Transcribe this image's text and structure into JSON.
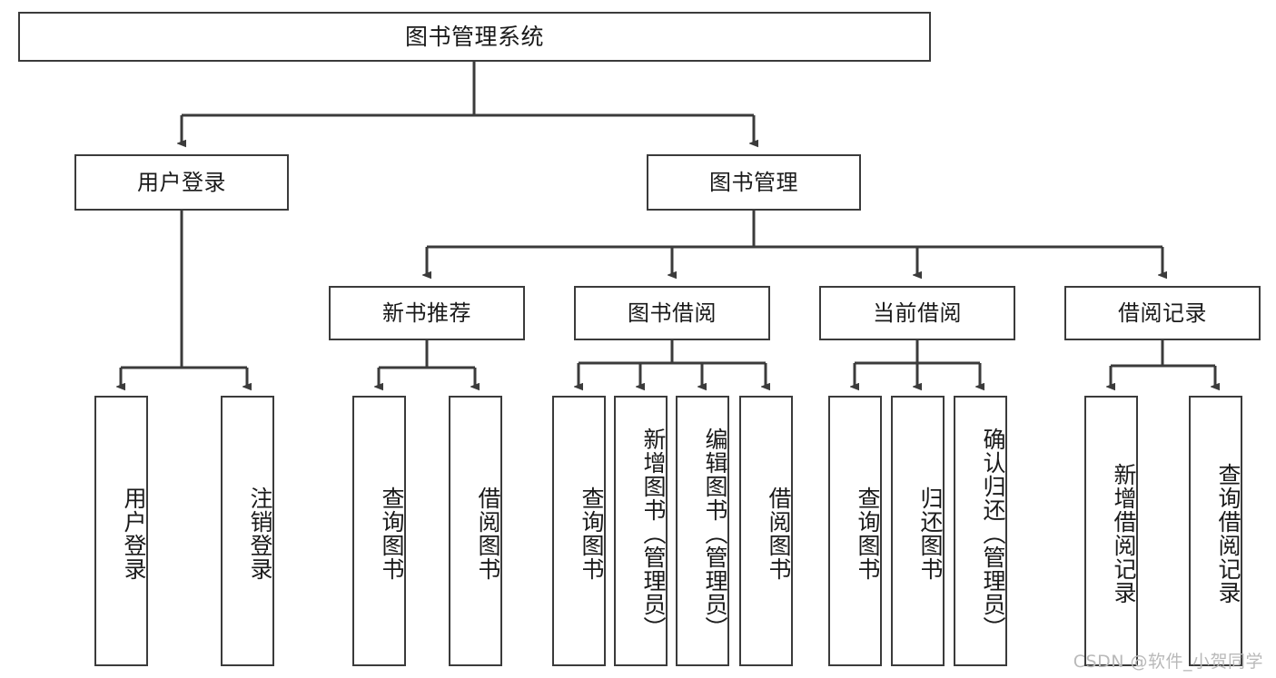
{
  "diagram": {
    "title": "图书管理系统",
    "watermark": "CSDN @软件_小贺同学",
    "line_color": "#3b3b3b",
    "box_border_color": "#3b3b3b",
    "box_fill_color": "#ffffff",
    "text_color": "#1a1a1a",
    "watermark_color": "#b9b9b9"
  },
  "root": {
    "label": "图书管理系统"
  },
  "level2": [
    {
      "label": "用户登录"
    },
    {
      "label": "图书管理"
    }
  ],
  "level3": [
    {
      "label": "新书推荐"
    },
    {
      "label": "图书借阅"
    },
    {
      "label": "当前借阅"
    },
    {
      "label": "借阅记录"
    }
  ],
  "leaves": {
    "user_login": [
      {
        "label": "用户登录"
      },
      {
        "label": "注销登录"
      }
    ],
    "new_book_recommend": [
      {
        "label": "查询图书"
      },
      {
        "label": "借阅图书"
      }
    ],
    "book_borrow": [
      {
        "label": "查询图书"
      },
      {
        "label": "新增图书（管理员）"
      },
      {
        "label": "编辑图书（管理员）"
      },
      {
        "label": "借阅图书"
      }
    ],
    "current_borrow": [
      {
        "label": "查询图书"
      },
      {
        "label": "归还图书"
      },
      {
        "label": "确认归还（管理员）"
      }
    ],
    "borrow_record": [
      {
        "label": "新增借阅记录"
      },
      {
        "label": "查询借阅记录"
      }
    ]
  }
}
